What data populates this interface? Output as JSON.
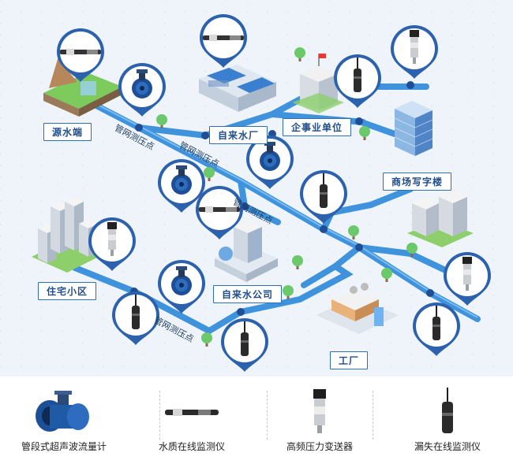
{
  "nodes": {
    "source": "源水端",
    "waterworks": "自来水厂",
    "enterprise": "企事业单位",
    "office": "商场写字楼",
    "residential": "住宅小区",
    "water_company": "自来水公司",
    "factory": "工厂"
  },
  "pipe_labels": [
    "管网测压点",
    "管网测压点",
    "管网测压点",
    "管网测压点"
  ],
  "legend": [
    {
      "icon": "ultrasonic-flowmeter-icon",
      "label": "管段式超声波流量计"
    },
    {
      "icon": "water-quality-monitor-icon",
      "label": "水质在线监测仪"
    },
    {
      "icon": "pressure-transmitter-icon",
      "label": "高频压力变送器"
    },
    {
      "icon": "leak-monitor-icon",
      "label": "漏失在线监测仪"
    }
  ],
  "colors": {
    "pipe": "#3f93dd",
    "pin": "#2c62ad",
    "node": "#1f4e96",
    "label_border": "#2f6db5",
    "roof": "#3a7fd0",
    "tree": "#6cc96b"
  }
}
